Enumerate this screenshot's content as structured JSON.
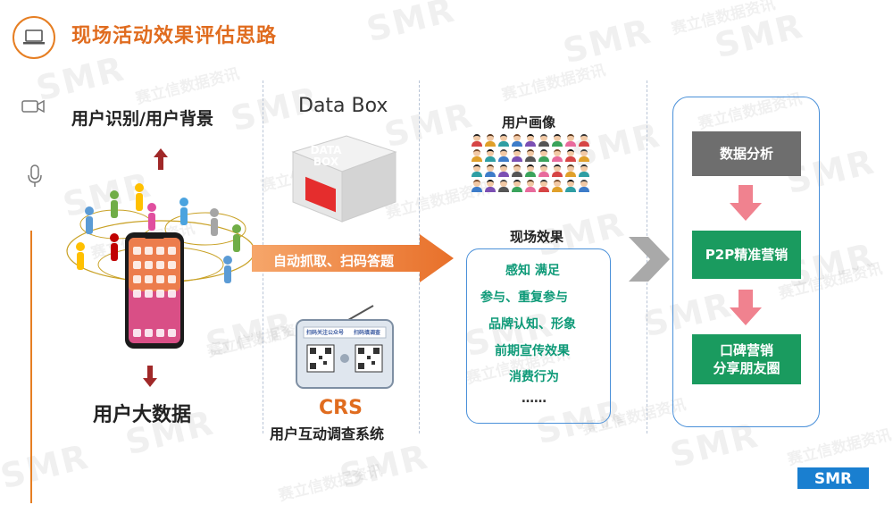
{
  "header": {
    "title": "现场活动效果评估思路"
  },
  "column1": {
    "top_label": "用户识别/用户背景",
    "bottom_label": "用户大数据"
  },
  "column2": {
    "databox_title": "Data Box",
    "databox_logo": "DATA BOX",
    "banner_text": "自动抓取、扫码答题",
    "crs_label": "CRS",
    "crs_sub": "用户互动调查系统",
    "qr_left_label": "扫码关注公众号",
    "qr_right_label": "扫码填调查"
  },
  "column3": {
    "persona_label": "用户画像",
    "effect_label": "现场效果",
    "effects": [
      "感知  满足",
      "参与、重复参与",
      "品牌认知、形象",
      "前期宣传效果",
      "消费行为",
      "……"
    ]
  },
  "column4": {
    "box1": "数据分析",
    "box2": "P2P精准营销",
    "box3_line1": "口碑营销",
    "box3_line2": "分享朋友圈"
  },
  "watermark": {
    "cn": "赛立信数据资讯",
    "en": "SMR"
  },
  "logo": {
    "text": "SMR"
  },
  "colors": {
    "accent_orange": "#e67e22",
    "title_orange": "#e06c1f",
    "box_grey": "#6e6e6e",
    "box_green": "#1a9b5f",
    "effect_teal": "#0e9a78",
    "panel_blue": "#4a90d9",
    "arrow_pink": "#f0828f",
    "arrow_dark_red": "#a02828"
  }
}
